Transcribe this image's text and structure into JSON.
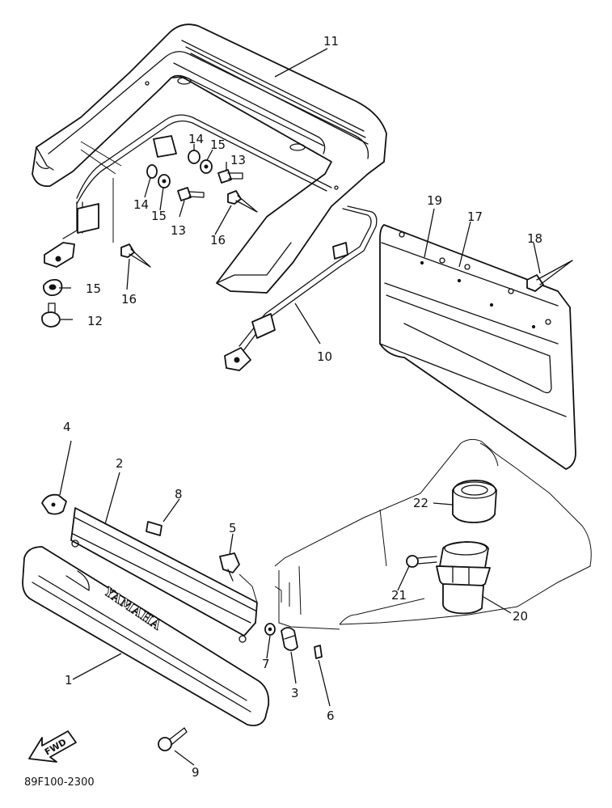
{
  "diagram": {
    "drawing_code": "89F100-2300",
    "brand_lettering": "YAMAHA",
    "fwd_label": "FWD",
    "callouts": {
      "c1": "1",
      "c2": "2",
      "c3": "3",
      "c4": "4",
      "c5": "5",
      "c6": "6",
      "c7": "7",
      "c8": "8",
      "c9": "9",
      "c10": "10",
      "c11": "11",
      "c12": "12",
      "c13a": "13",
      "c13b": "13",
      "c14a": "14",
      "c14b": "14",
      "c15a": "15",
      "c15b": "15",
      "c15c": "15",
      "c16a": "16",
      "c16b": "16",
      "c17": "17",
      "c18": "18",
      "c19": "19",
      "c20": "20",
      "c21": "21",
      "c22": "22"
    }
  }
}
